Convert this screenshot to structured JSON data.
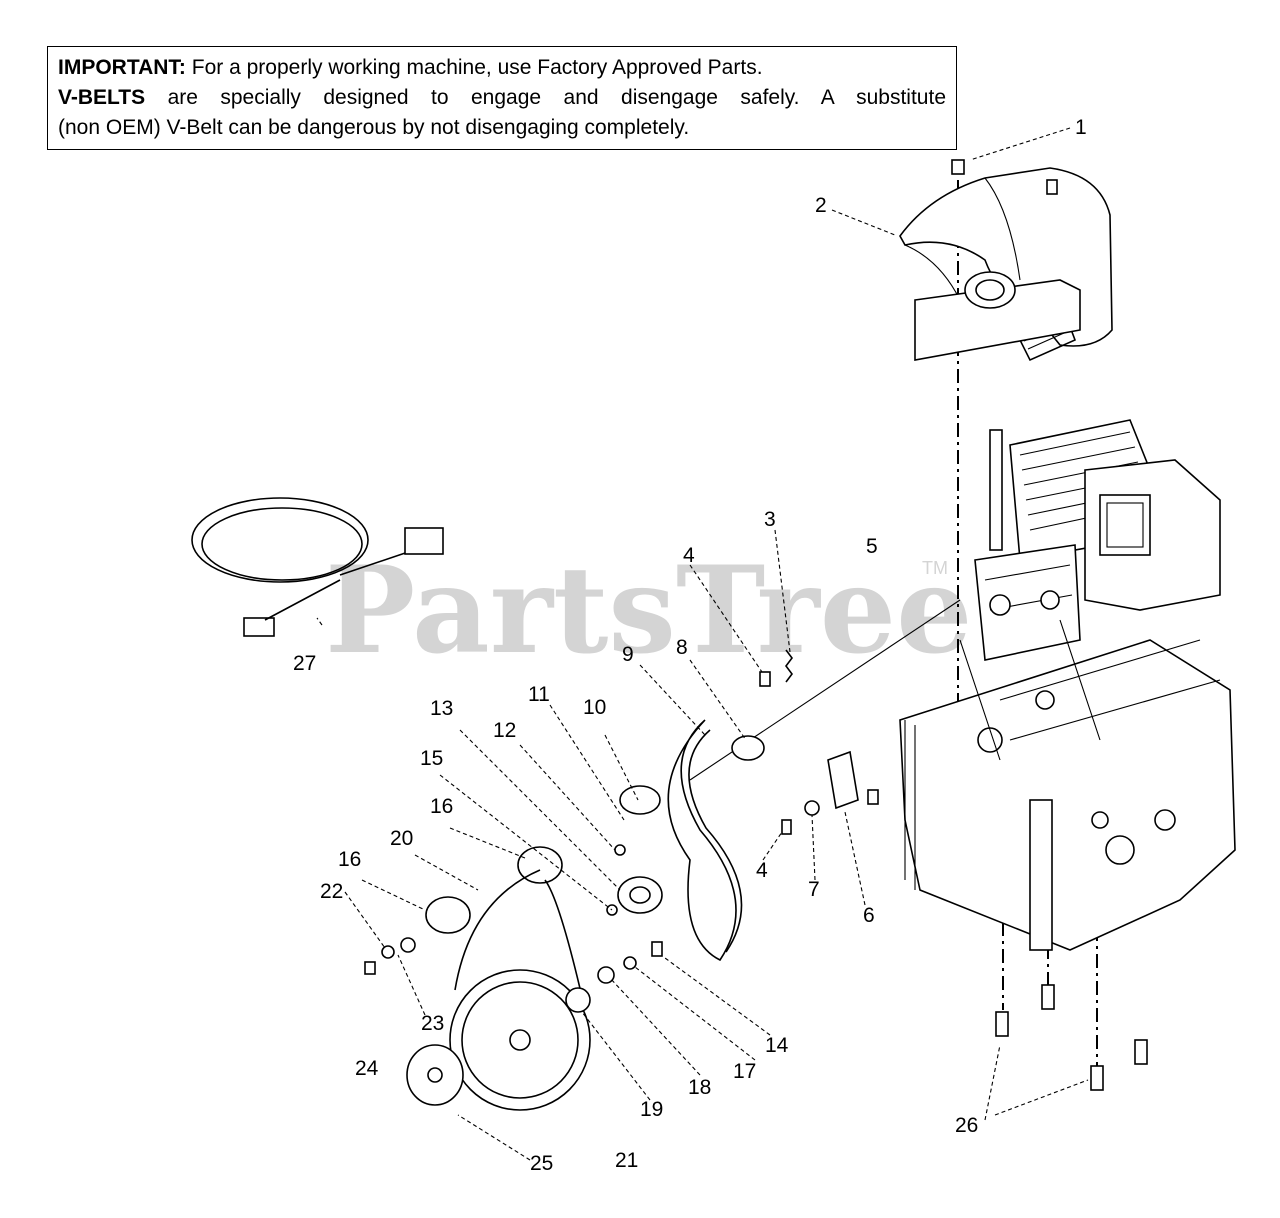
{
  "notice": {
    "important_label": "IMPORTANT:",
    "important_text": " For a properly  working machine, use Factory Approved Parts.",
    "vbelts_label": "V-BELTS",
    "vbelts_text": " are specially designed to engage and disengage safely.  A substitute",
    "line3": "(non OEM) V-Belt can be dangerous by not disengaging completely."
  },
  "watermark": {
    "text": "PartsTree",
    "tm": "TM"
  },
  "callouts": [
    "1",
    "2",
    "3",
    "4",
    "5",
    "9",
    "8",
    "27",
    "13",
    "11",
    "10",
    "12",
    "15",
    "16",
    "16",
    "20",
    "22",
    "4",
    "7",
    "6",
    "23",
    "14",
    "24",
    "17",
    "18",
    "19",
    "26",
    "25",
    "21"
  ]
}
